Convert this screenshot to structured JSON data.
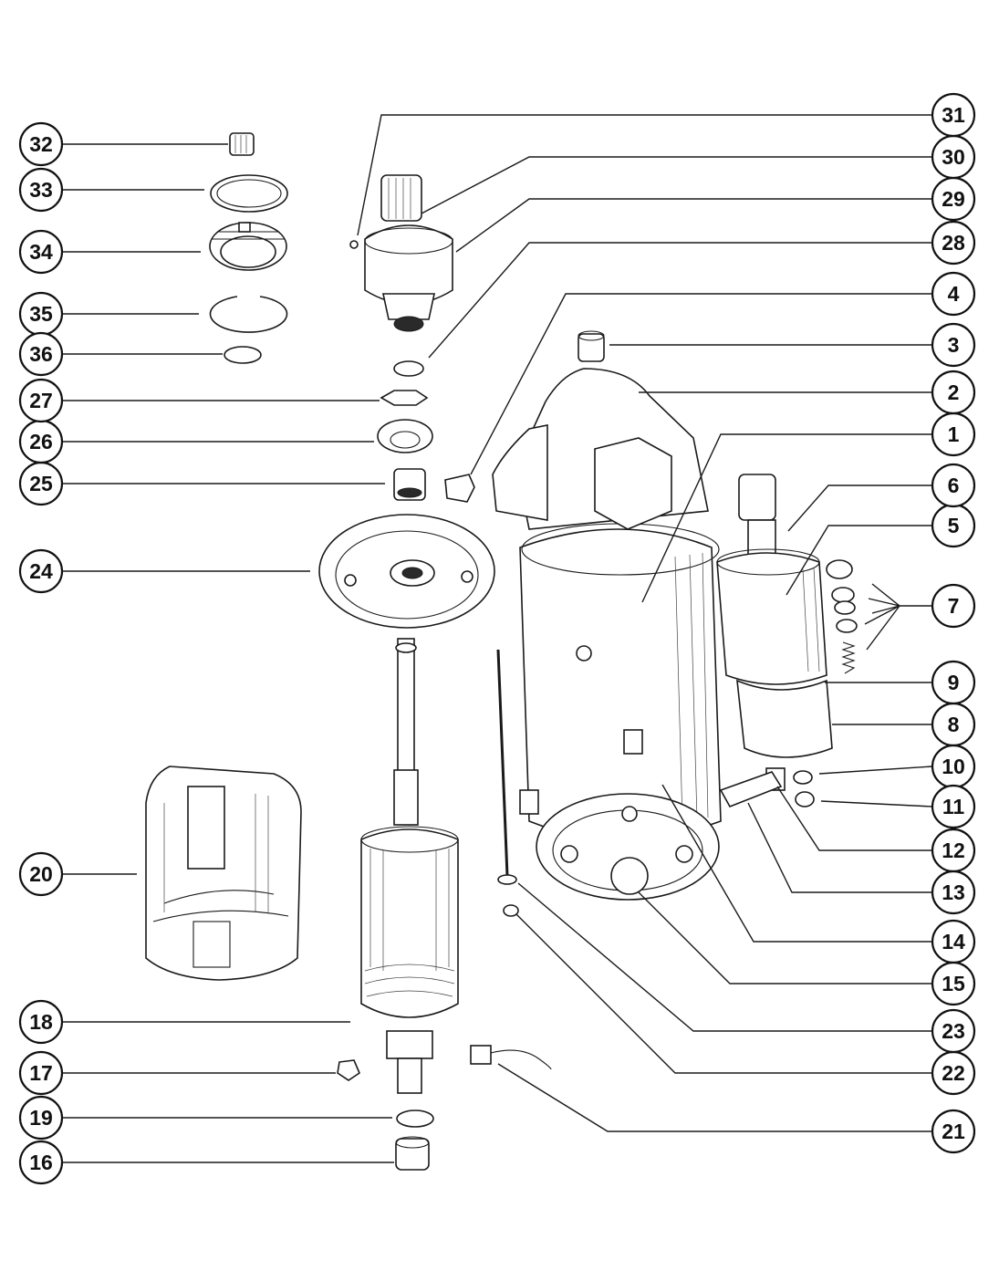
{
  "diagram": {
    "callouts": [
      {
        "label": "1"
      },
      {
        "label": "2"
      },
      {
        "label": "3"
      },
      {
        "label": "4"
      },
      {
        "label": "5"
      },
      {
        "label": "6"
      },
      {
        "label": "7"
      },
      {
        "label": "8"
      },
      {
        "label": "9"
      },
      {
        "label": "10"
      },
      {
        "label": "11"
      },
      {
        "label": "12"
      },
      {
        "label": "13"
      },
      {
        "label": "14"
      },
      {
        "label": "15"
      },
      {
        "label": "16"
      },
      {
        "label": "17"
      },
      {
        "label": "18"
      },
      {
        "label": "19"
      },
      {
        "label": "20"
      },
      {
        "label": "21"
      },
      {
        "label": "22"
      },
      {
        "label": "23"
      },
      {
        "label": "24"
      },
      {
        "label": "25"
      },
      {
        "label": "26"
      },
      {
        "label": "27"
      },
      {
        "label": "28"
      },
      {
        "label": "29"
      },
      {
        "label": "30"
      },
      {
        "label": "31"
      },
      {
        "label": "32"
      },
      {
        "label": "33"
      },
      {
        "label": "34"
      },
      {
        "label": "35"
      },
      {
        "label": "36"
      }
    ]
  }
}
